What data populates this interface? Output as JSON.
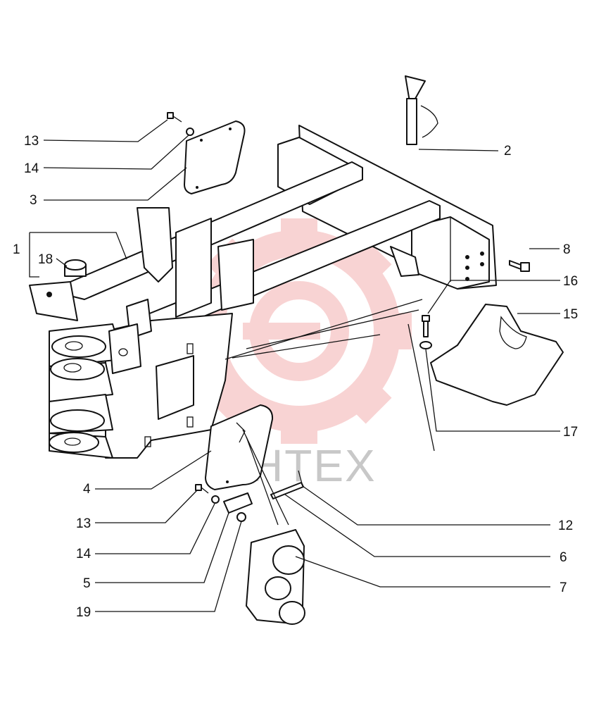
{
  "diagram": {
    "watermark": {
      "text": "ИНТЕХ",
      "gear_color": "#e43c3c",
      "text_color": "#c8c8c8"
    },
    "callouts": [
      {
        "id": "c-13-top",
        "label": "13"
      },
      {
        "id": "c-14-top",
        "label": "14"
      },
      {
        "id": "c-3",
        "label": "3"
      },
      {
        "id": "c-1",
        "label": "1"
      },
      {
        "id": "c-18",
        "label": "18"
      },
      {
        "id": "c-2",
        "label": "2"
      },
      {
        "id": "c-8",
        "label": "8"
      },
      {
        "id": "c-16",
        "label": "16"
      },
      {
        "id": "c-15",
        "label": "15"
      },
      {
        "id": "c-17",
        "label": "17"
      },
      {
        "id": "c-4",
        "label": "4"
      },
      {
        "id": "c-13-bottom",
        "label": "13"
      },
      {
        "id": "c-14-bottom",
        "label": "14"
      },
      {
        "id": "c-5",
        "label": "5"
      },
      {
        "id": "c-19",
        "label": "19"
      },
      {
        "id": "c-12",
        "label": "12"
      },
      {
        "id": "c-6",
        "label": "6"
      },
      {
        "id": "c-7",
        "label": "7"
      }
    ]
  }
}
